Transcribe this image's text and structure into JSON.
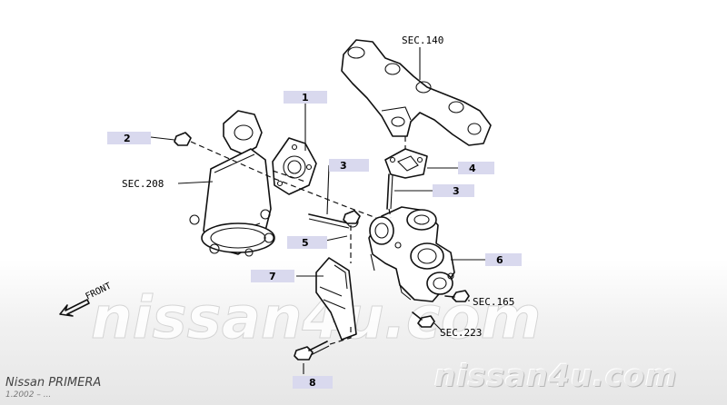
{
  "callouts": {
    "c1": "1",
    "c2": "2",
    "c3a": "3",
    "c3b": "3",
    "c4": "4",
    "c5": "5",
    "c6": "6",
    "c7": "7",
    "c8": "8"
  },
  "sections": {
    "sec140": "SEC.140",
    "sec208": "SEC.208",
    "sec165": "SEC.165",
    "sec223": "SEC.223"
  },
  "front_label": "FRONT",
  "watermark": "nissan4u.com",
  "brand": "nissan4u.com",
  "model": "Nissan PRIMERA",
  "date": "1.2002 – ..."
}
